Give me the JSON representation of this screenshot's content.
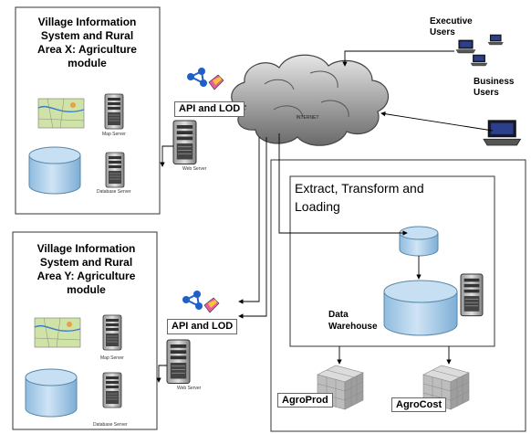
{
  "modules": [
    {
      "title": "Village Information System and Rural Area X: Agriculture module",
      "map_server": "Map Server",
      "db_server": "Database Server"
    },
    {
      "title": "Village Information System and Rural Area Y: Agriculture module",
      "map_server": "Map Server",
      "db_server": "Database Server"
    }
  ],
  "api_labels": [
    "API and LOD",
    "API and LOD"
  ],
  "web_server_labels": [
    "Web Server",
    "Web Server"
  ],
  "cloud_label": "INTERNET",
  "users": {
    "executive": "Executive Users",
    "business": "Business Users"
  },
  "etl": {
    "title": "Extract, Transform and Loading"
  },
  "data_warehouse": "Data Warehouse",
  "data_marts": [
    "AgroProd",
    "AgroCost"
  ],
  "colors": {
    "db_fill": "#a9cde8",
    "db_stroke": "#5a87a8",
    "cloud_dark": "#6f6f6f",
    "cloud_light": "#d9d9d9",
    "lod_blue": "#1f5fc8",
    "cube": "#b5b5b5"
  },
  "icons": [
    "database-icon",
    "server-icon",
    "map-icon",
    "cloud-icon",
    "laptop-icon",
    "lod-network-icon",
    "data-cube-icon"
  ]
}
